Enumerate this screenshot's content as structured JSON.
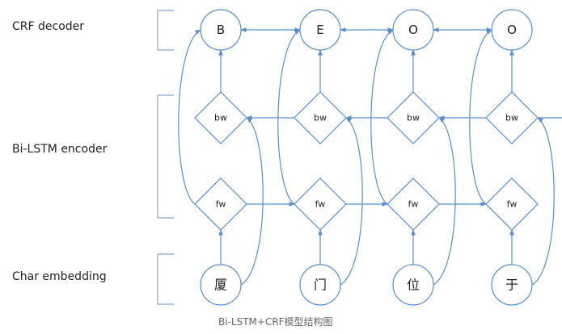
{
  "layers": {
    "crf": "CRF decoder",
    "encoder": "Bi-LSTM encoder",
    "embedding": "Char embedding"
  },
  "tags": [
    "B",
    "E",
    "O",
    "O"
  ],
  "backward_label": "bw",
  "forward_label": "fw",
  "chars": [
    "厦",
    "门",
    "位",
    "于"
  ],
  "caption": "Bi-LSTM+CRF模型结构图",
  "colors": {
    "line": "#5b8ec9",
    "text": "#222222"
  }
}
